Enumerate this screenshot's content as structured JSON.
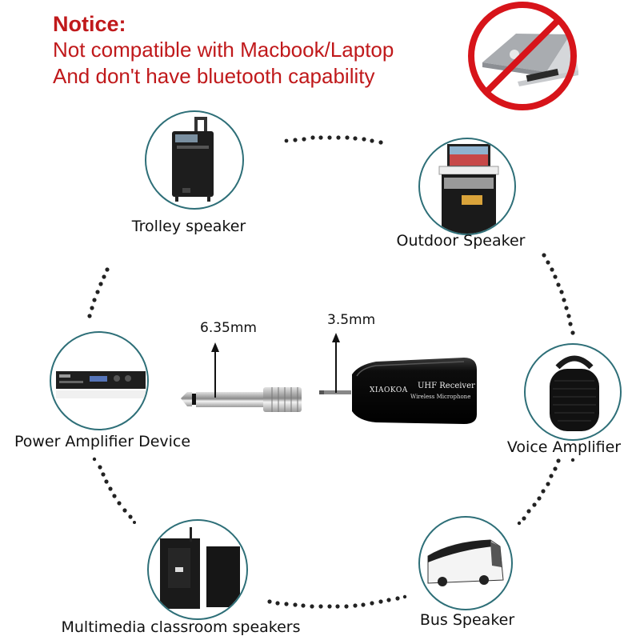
{
  "notice": {
    "title": "Notice:",
    "lines": [
      "Not compatible with Macbook/Laptop",
      "And don't have bluetooth capability"
    ],
    "color": "#c0191b"
  },
  "prohibited_icon": {
    "subject": "laptop",
    "color": "#d7141a"
  },
  "devices": [
    {
      "id": "trolley",
      "label": "Trolley speaker"
    },
    {
      "id": "outdoor",
      "label": "Outdoor Speaker"
    },
    {
      "id": "power-amp",
      "label": "Power Amplifier Device"
    },
    {
      "id": "voice-amp",
      "label": "Voice Amplifier"
    },
    {
      "id": "multimedia",
      "label": "Multimedia classroom speakers"
    },
    {
      "id": "bus",
      "label": "Bus Speaker"
    }
  ],
  "center": {
    "adapter_size": "6.35mm",
    "plug_size": "3.5mm",
    "receiver": {
      "brand": "XIAOKOA",
      "model": "UHF Receiver",
      "subtitle": "Wireless Microphone"
    }
  },
  "colors": {
    "circle_border": "#2e6f78",
    "dots": "#222222"
  }
}
